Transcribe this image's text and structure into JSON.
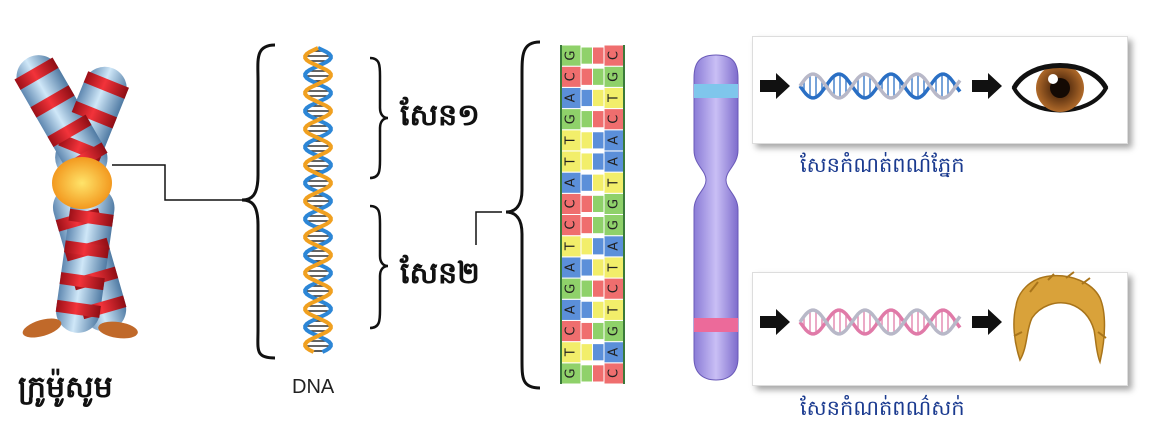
{
  "labels": {
    "chromosome": "ក្រូម៉ូសូម",
    "dna": "DNA",
    "gene1": "សែន១",
    "gene2": "សែន២",
    "eye_color_gene": "សែនកំណត់ពណ៌ភ្នែក",
    "hair_color_gene": "សែនកំណត់ពណ៌សក់"
  },
  "base_sequence": {
    "left_strand": [
      "G",
      "T",
      "C",
      "A",
      "G",
      "A",
      "T",
      "C",
      "C",
      "A",
      "T",
      "T",
      "G",
      "A",
      "C",
      "G"
    ],
    "right_strand": [
      "C",
      "A",
      "G",
      "T",
      "C",
      "T",
      "A",
      "G",
      "G",
      "T",
      "A",
      "A",
      "C",
      "T",
      "G",
      "C"
    ],
    "base_colors": {
      "A": "#5b8fd9",
      "T": "#f2ee6a",
      "G": "#8fd16a",
      "C": "#ef6e6e"
    }
  },
  "colors": {
    "chromosome_arm": "#9ec8ea",
    "chromosome_band": "#e8262d",
    "chromosome_center": "#f6b21a",
    "eye_gene_band": "#7fc6ec",
    "hair_gene_band": "#ec6a9a",
    "eye_dna": "#2a6fc4",
    "hair_dna": "#e07aa8",
    "label_blue": "#1a3a8f"
  },
  "icons": [
    "arrow-right-icon",
    "eye-icon",
    "hair-icon",
    "dna-helix-icon"
  ]
}
